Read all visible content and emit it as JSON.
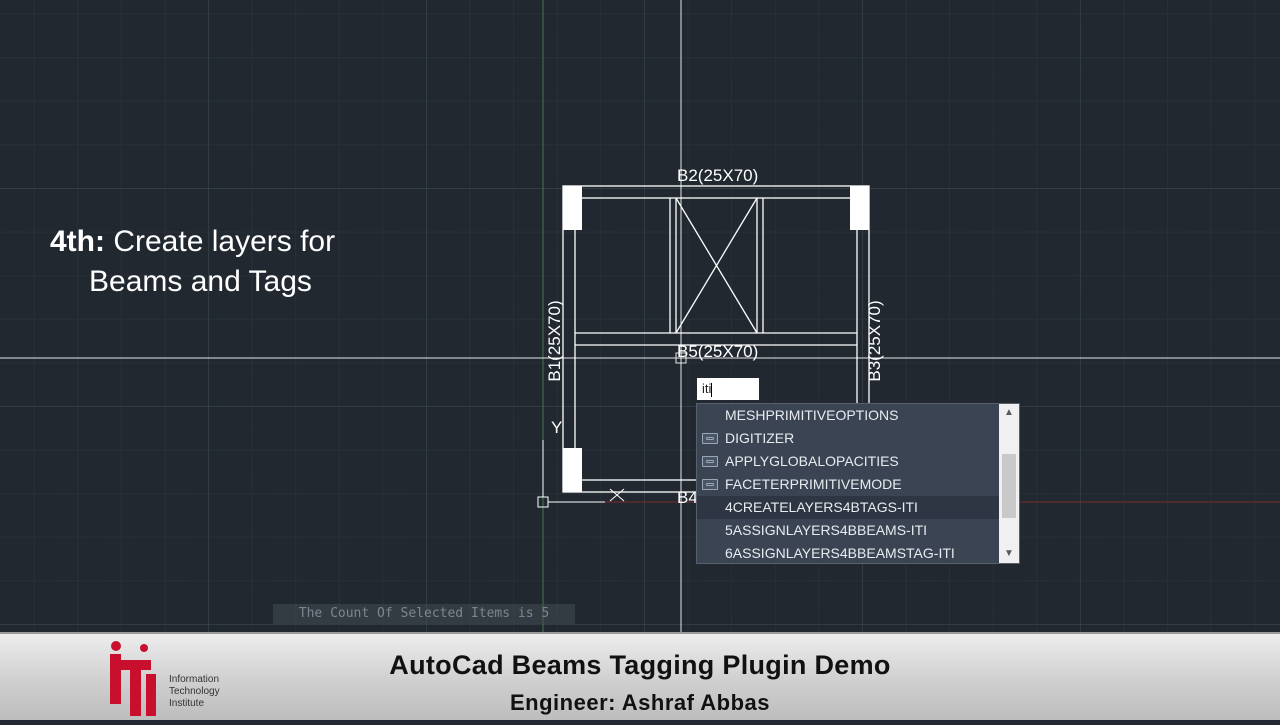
{
  "step_caption": {
    "prefix": "4th:",
    "line1_rest": " Create layers for",
    "line2": "Beams and Tags"
  },
  "drawing_labels": {
    "b2": "B2(25X70)",
    "b5": "B5(25X70)",
    "b1": "B1(25X70)",
    "b3": "B3(25X70)",
    "b4": "B4",
    "ucs_y": "Y"
  },
  "command_input": {
    "value": "iti"
  },
  "autocomplete": {
    "items": [
      {
        "label": "MESHPRIMITIVEOPTIONS",
        "icon": "none"
      },
      {
        "label": "DIGITIZER",
        "icon": "command-icon"
      },
      {
        "label": "APPLYGLOBALOPACITIES",
        "icon": "command-icon"
      },
      {
        "label": "FACETERPRIMITIVEMODE",
        "icon": "command-icon"
      },
      {
        "label": "4CREATELAYERS4BTAGS-ITI",
        "icon": "none"
      },
      {
        "label": "5ASSIGNLAYERS4BBEAMS-ITI",
        "icon": "none"
      },
      {
        "label": "6ASSIGNLAYERS4BBEAMSTAG-ITI",
        "icon": "none"
      }
    ],
    "highlighted_index": 4
  },
  "status_message": "The Count Of Selected Items is 5",
  "banner": {
    "title": "AutoCad Beams Tagging Plugin Demo",
    "subtitle": "Engineer: Ashraf Abbas",
    "logo_text": [
      "Information",
      "Technology",
      "Institute"
    ]
  },
  "colors": {
    "canvas_bg": "#212830",
    "logo_red": "#c8102e",
    "popup_bg": "#3b4453"
  }
}
